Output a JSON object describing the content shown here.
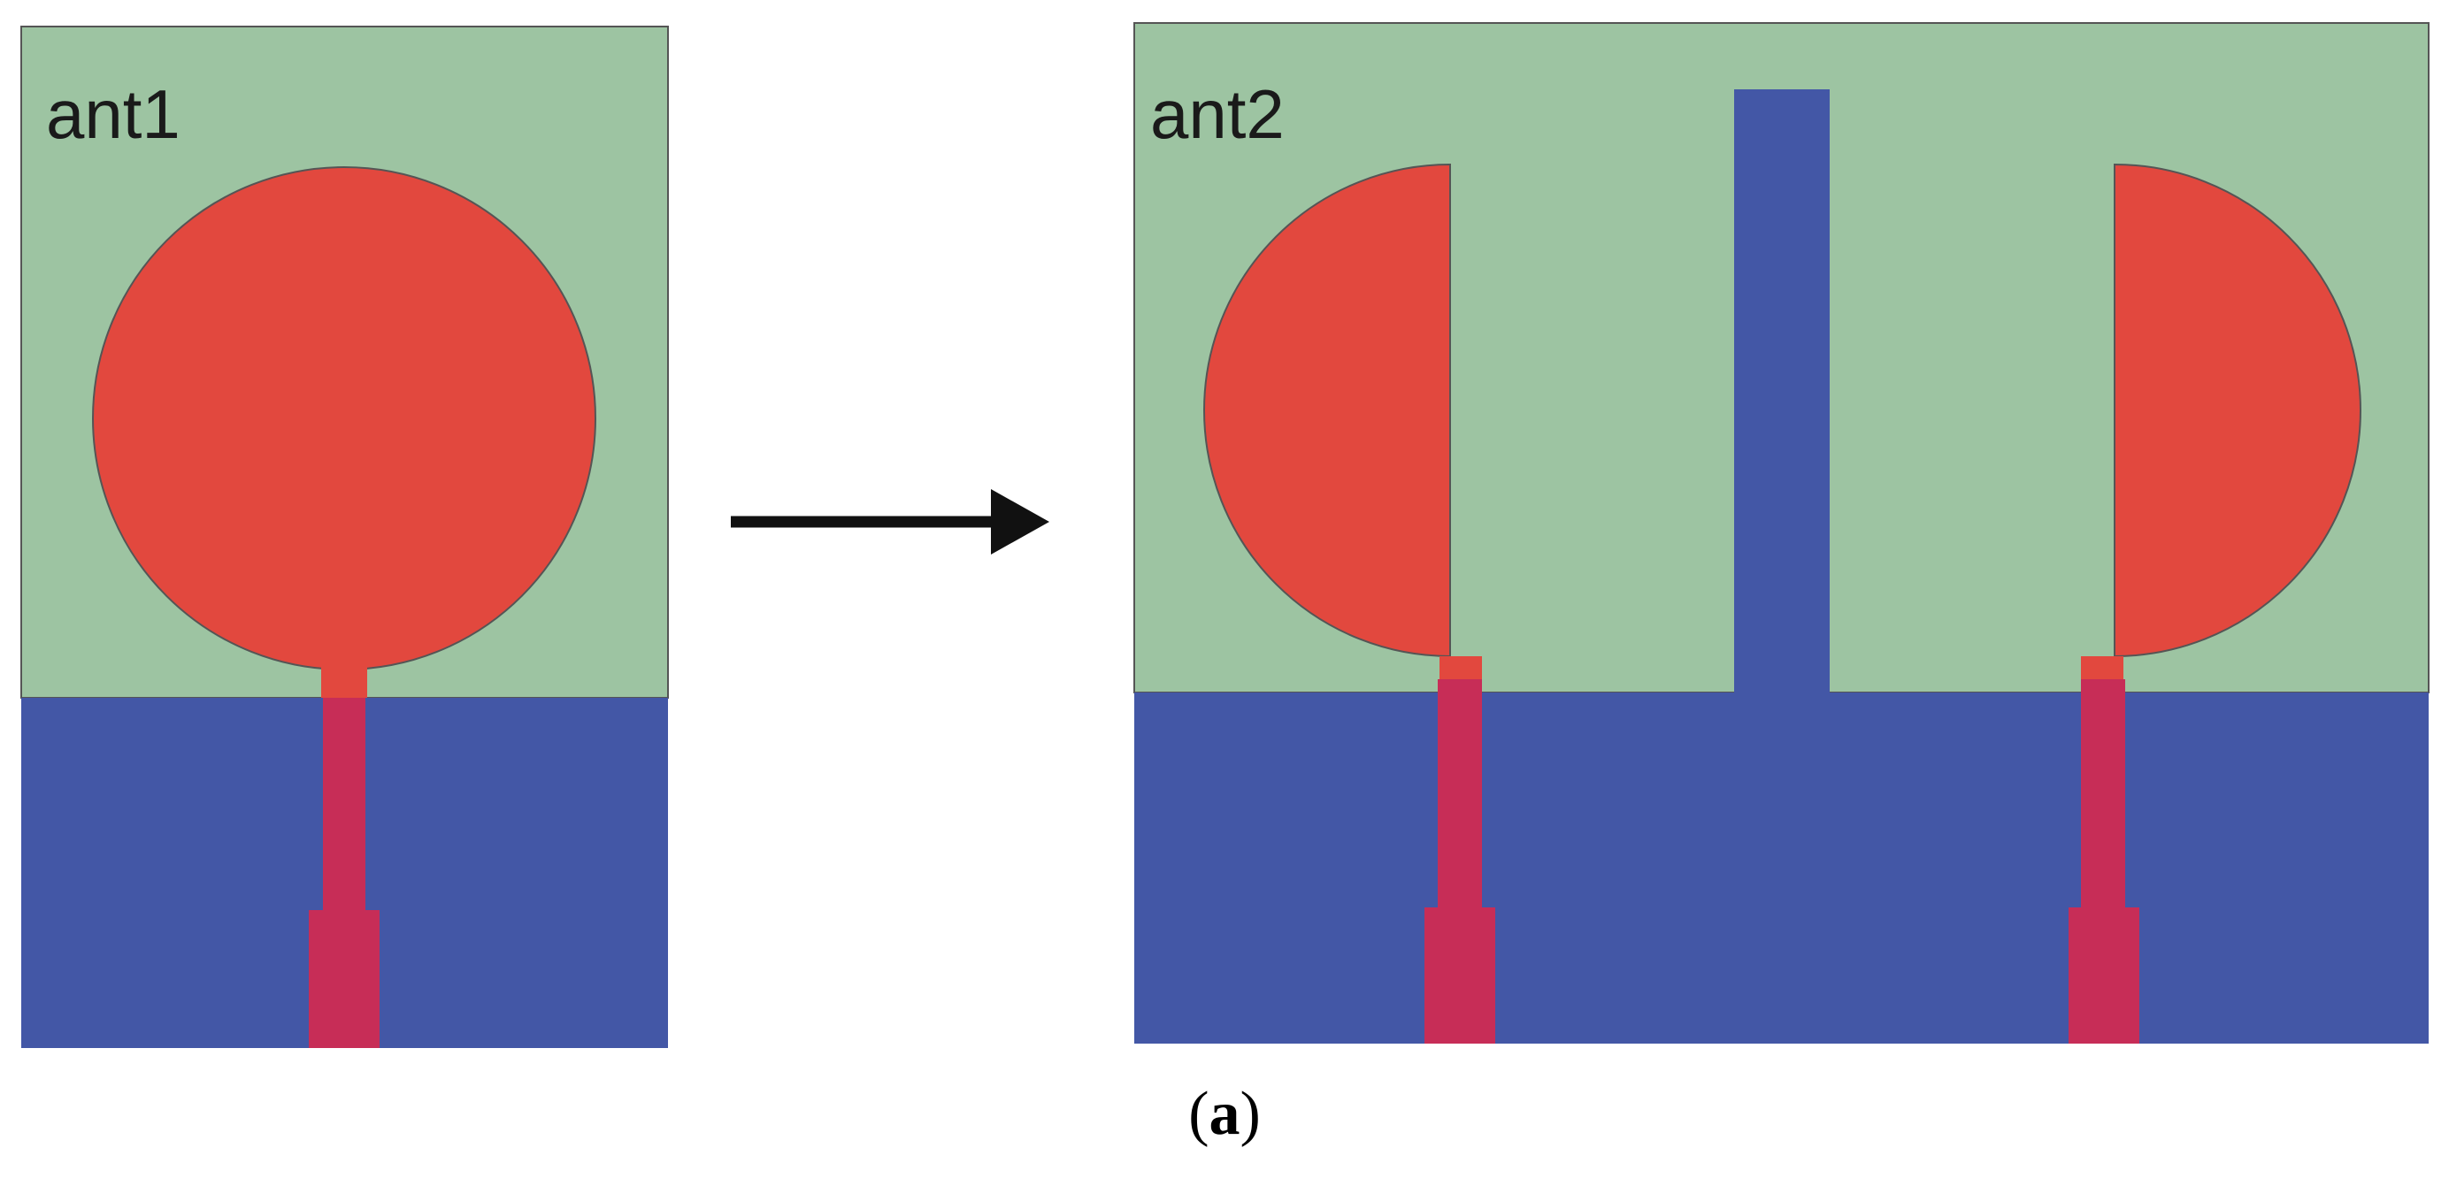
{
  "panels": [
    {
      "label": "ant1"
    },
    {
      "label": "ant2"
    }
  ],
  "caption": {
    "open": "(",
    "letter": "a",
    "close": ")"
  },
  "colors": {
    "substrate": "#9dc4a2",
    "ground": "#4357a6",
    "patch": "#e2483e",
    "feedline": "#c72d57",
    "arrow": "#111111",
    "outline": "#555555"
  }
}
